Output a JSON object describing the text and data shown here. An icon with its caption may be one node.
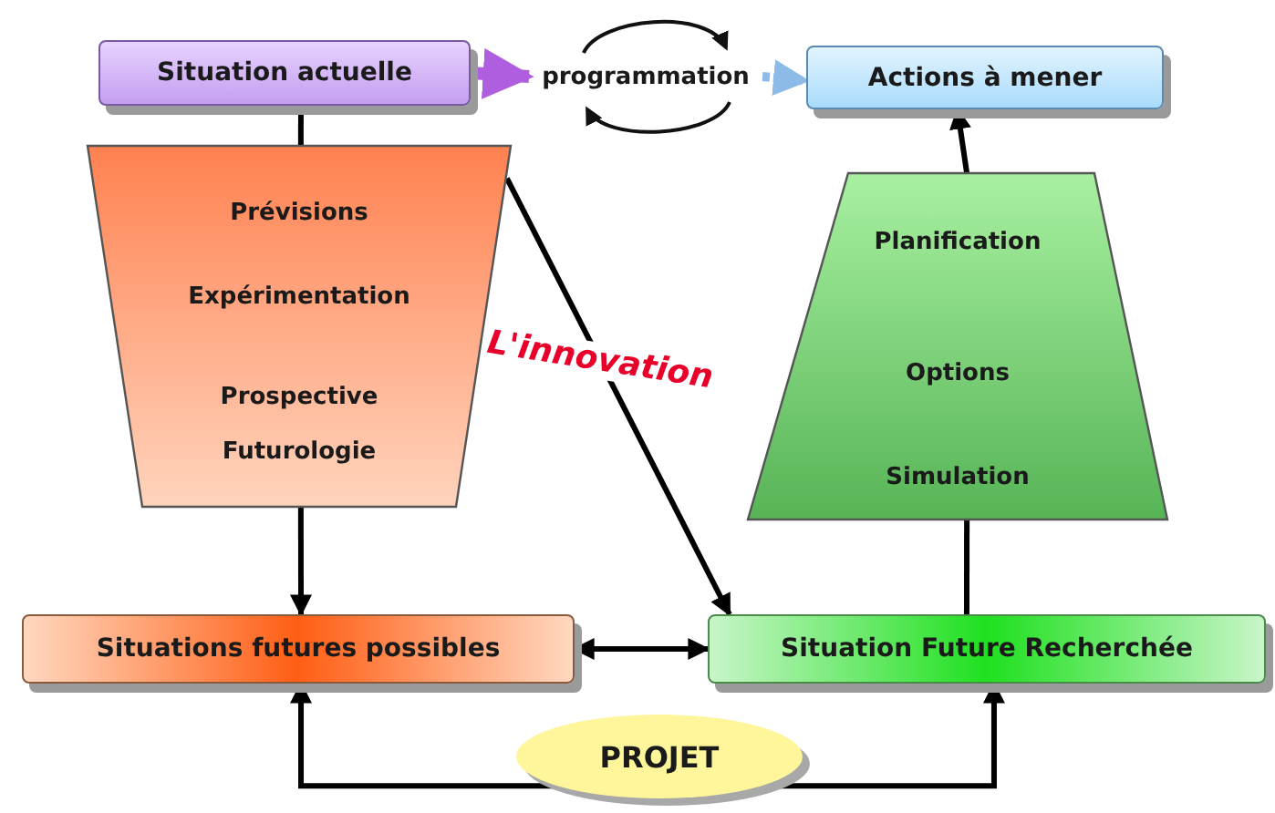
{
  "diagram": {
    "nodes": [
      {
        "text": [
          "Situation actuelle"
        ]
      },
      {
        "text": [
          "programmation"
        ]
      },
      {
        "text": [
          "Actions à mener"
        ]
      },
      {
        "text": [
          "Prévisions",
          "Expérimentation",
          "Prospective",
          "Futurologie"
        ]
      },
      {
        "text": [
          "Planification",
          "Options",
          "Simulation"
        ]
      },
      {
        "text": [
          "Situations futures possibles"
        ]
      },
      {
        "text": [
          "Situation Future Recherchée"
        ]
      },
      {
        "text": [
          "PROJET"
        ]
      }
    ],
    "edges": [
      {
        "from": 0,
        "to": 1,
        "arrow": "to",
        "style": "thick",
        "color": "#b05ee0"
      },
      {
        "from": 1,
        "to": 2,
        "arrow": "to",
        "style": "dashed",
        "color": "#8cbbe8"
      },
      {
        "from": 0,
        "to": 3,
        "arrow": "none"
      },
      {
        "from": 3,
        "to": 5,
        "arrow": "to"
      },
      {
        "from": 3,
        "to": 6,
        "arrow": "to",
        "label": "L'innovation"
      },
      {
        "from": 5,
        "to": 6,
        "arrow": "both"
      },
      {
        "from": 6,
        "to": 4,
        "arrow": "none"
      },
      {
        "from": 4,
        "to": 2,
        "arrow": "to"
      },
      {
        "from": 7,
        "to": 5,
        "arrow": "to"
      },
      {
        "from": 7,
        "to": 6,
        "arrow": "to"
      }
    ]
  }
}
